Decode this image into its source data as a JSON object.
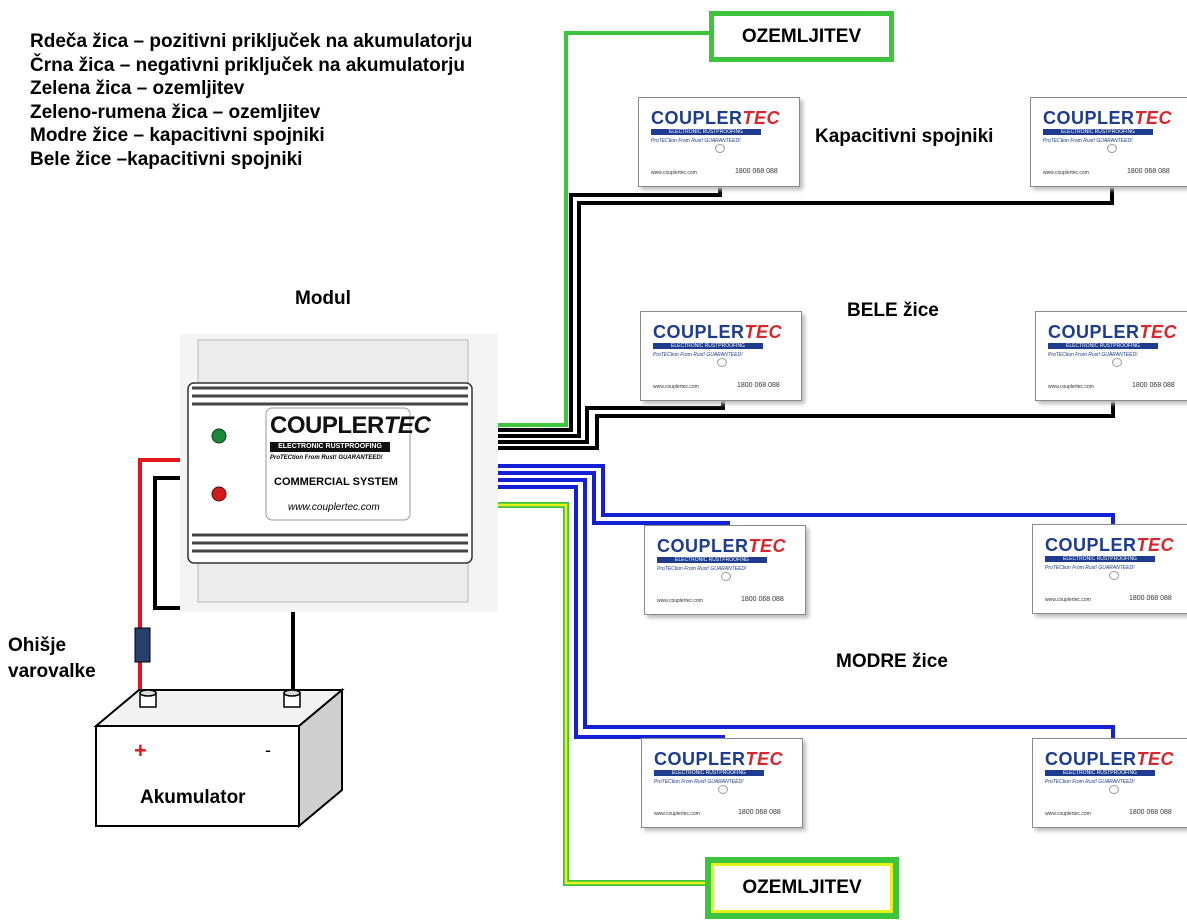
{
  "legend": [
    "Rdeča žica – pozitivni priključek na akumulatorju",
    "Črna žica – negativni priključek na akumulatorju",
    "Zelena žica – ozemljitev",
    "Zeleno-rumena žica – ozemljitev",
    "Modre žice – kapacitivni spojniki",
    "Bele žice –kapacitivni spojniki"
  ],
  "labels": {
    "ground_top": "OZEMLJITEV",
    "ground_bottom": "OZEMLJITEV",
    "capacitive": "Kapacitivni spojniki",
    "white_wires": "BELE žice",
    "blue_wires": "MODRE žice",
    "module": "Modul",
    "fuse_holder": "Ohišje\nvarovalke",
    "battery": "Akumulator",
    "battery_plus": "+",
    "battery_minus": "-"
  },
  "module": {
    "brand_main": "COUPLER",
    "brand_accent": "TEC",
    "subtitle": "ELECTRONIC RUSTPROOFING",
    "tagline": "ProTECtion From Rust! GUARANTEED!",
    "system": "COMMERCIAL SYSTEM",
    "website": "www.couplertec.com"
  },
  "coupler": {
    "brand_main": "COUPLER",
    "brand_accent": "TEC",
    "subtitle": "ELECTRONIC RUSTPROOFING",
    "tagline": "ProTECtion From Rust! GUARANTEED!",
    "website": "www.couplertec.com",
    "phone": "1800 068 088"
  },
  "colors": {
    "red_wire": "#e3141b",
    "black_wire": "#000000",
    "green_wire": "#3cc43c",
    "yellow_wire": "#e4f21a",
    "blue_wire": "#1320d6",
    "brand_blue": "#1d3b8f",
    "brand_red": "#d8262c"
  }
}
